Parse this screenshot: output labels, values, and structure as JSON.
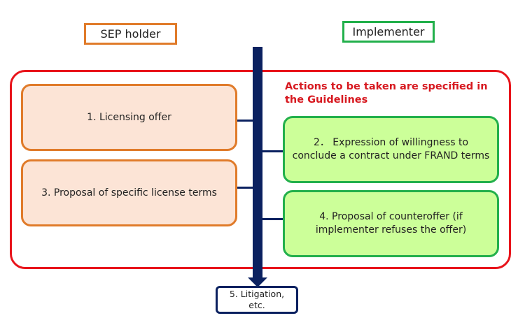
{
  "headers": {
    "sep_holder": "SEP holder",
    "implementer": "Implementer"
  },
  "guidelines_note": "Actions to be taken are specified in the Guidelines",
  "steps": [
    {
      "label": "1.  Licensing offer"
    },
    {
      "label": "2． Expression of willingness to conclude a contract under FRAND terms"
    },
    {
      "label": "3.   Proposal of specific license terms"
    },
    {
      "label": "4. Proposal of counteroffer (if implementer refuses the offer)"
    },
    {
      "label": "5. Litigation, etc."
    }
  ],
  "colors": {
    "sep": "#e07b2a",
    "implementer": "#22b04b",
    "frame": "#e8141b",
    "timeline": "#0b2160"
  }
}
